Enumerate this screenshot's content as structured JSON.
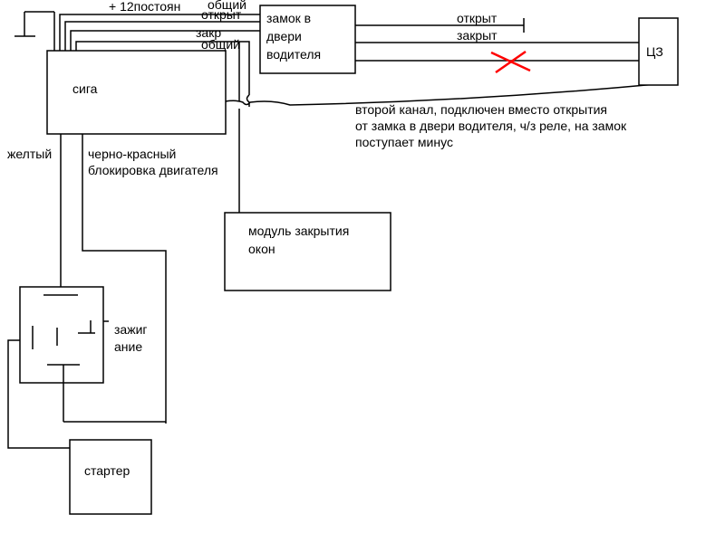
{
  "labels": {
    "plus12": "+ 12постоян",
    "obshiy_top": "общий",
    "otkryt_top": "открыт",
    "zakr": "закр",
    "obshiy_mid": "общий",
    "otkryt_right": "открыт",
    "zakryt_right": "закрыт",
    "zheltyy": "желтый",
    "chk_line1": "черно-красный",
    "chk_line2": "блокировка двигателя",
    "note_line1": "второй канал, подключен вместо открытия",
    "note_line2": "от замка в двери водителя, ч/з реле, на замок",
    "note_line3": "поступает минус",
    "zazhig1": "зажиг",
    "zazhig2": "ание"
  },
  "boxes": {
    "siga": "сига",
    "lock_line1": "замок в",
    "lock_line2": "двери",
    "lock_line3": "водителя",
    "cz": "ЦЗ",
    "win_line1": "модуль закрытия",
    "win_line2": "окон",
    "starter": "стартер"
  },
  "colors": {
    "wire": "#000000",
    "cross": "#ff0000"
  }
}
